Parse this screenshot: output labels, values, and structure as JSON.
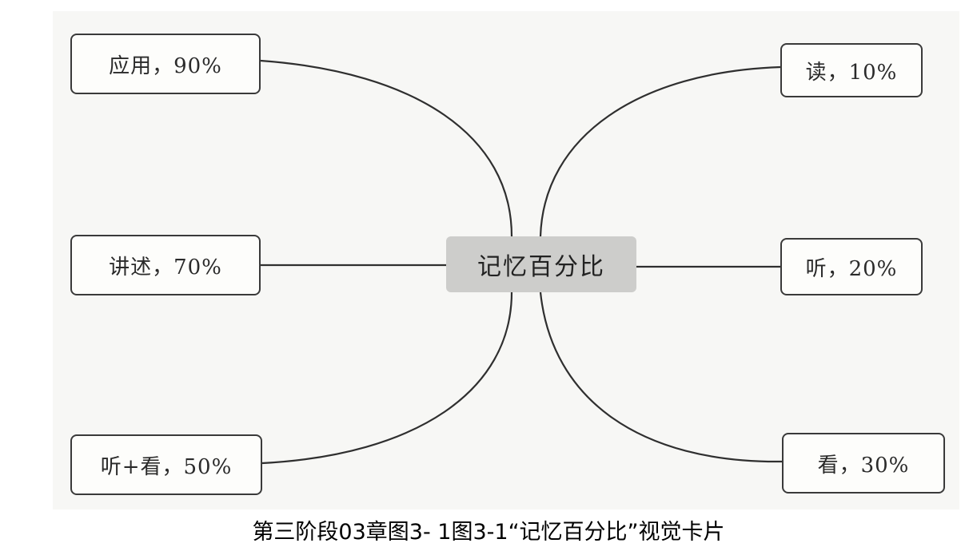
{
  "diagram": {
    "center": "记忆百分比",
    "left_nodes": [
      "应用，90%",
      "讲述，70%",
      "听+看，50%"
    ],
    "right_nodes": [
      "读，10%",
      "听，20%",
      "看，30%"
    ]
  },
  "caption": "第三阶段03章图3- 1图3-1“记忆百分比”视觉卡片"
}
